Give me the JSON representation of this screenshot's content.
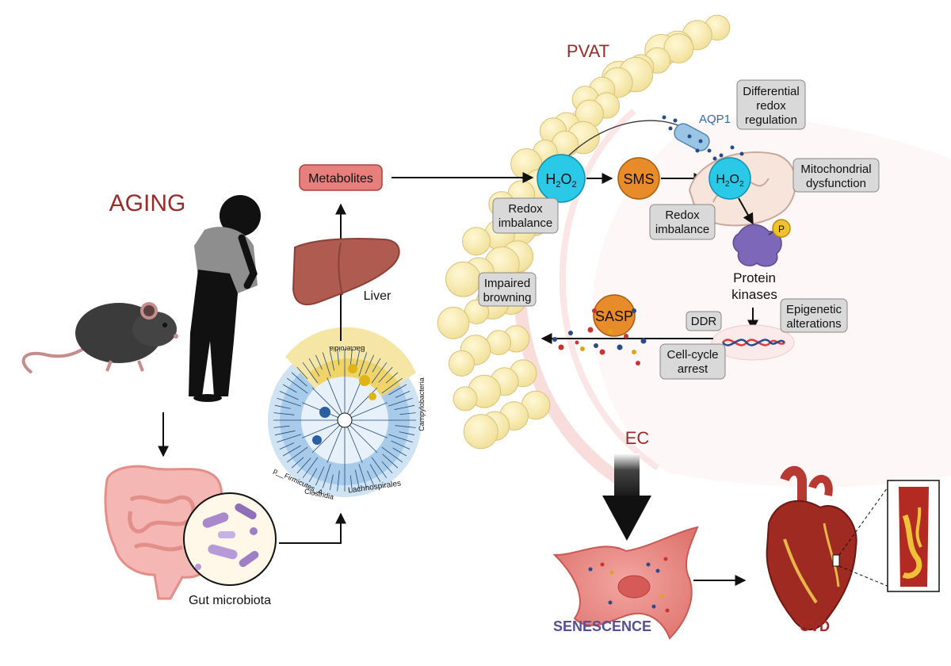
{
  "labels": {
    "aging": "AGING",
    "gut_microbiota": "Gut microbiota",
    "liver": "Liver",
    "metabolites": "Metabolites",
    "pvat": "PVAT",
    "ec": "EC",
    "aqp1": "AQP1",
    "h2o2_main": "H",
    "h2o2_main_sub2": "2",
    "h2o2_main_o": "O",
    "h2o2_main_sub2b": "2",
    "h2o2_mito": "H",
    "h2o2_mito_sub2": "2",
    "h2o2_mito_o": "O",
    "h2o2_mito_sub2b": "2",
    "sms": "SMS",
    "sasp": "SASP",
    "phospho": "P",
    "protein_kinases_1": "Protein",
    "protein_kinases_2": "kinases",
    "differential_redox_1": "Differential",
    "differential_redox_2": "redox",
    "differential_redox_3": "regulation",
    "mito_dys_1": "Mitochondrial",
    "mito_dys_2": "dysfunction",
    "redox_imbalance_left_1": "Redox",
    "redox_imbalance_left_2": "imbalance",
    "redox_imbalance_right_1": "Redox",
    "redox_imbalance_right_2": "imbalance",
    "impaired_browning_1": "Impaired",
    "impaired_browning_2": "browning",
    "epigenetic_1": "Epigenetic",
    "epigenetic_2": "alterations",
    "ddr": "DDR",
    "cell_cycle_1": "Cell-cycle",
    "cell_cycle_2": "arrest",
    "senescence": "SENESCENCE",
    "cvd": "CVD",
    "tree_label_1": "Lachnospirales",
    "tree_label_2": "Clostridia",
    "tree_label_3": "p__Firmicutes_A",
    "tree_label_4": "Bacteroidia",
    "tree_label_5": "Campylobacteria"
  },
  "colors": {
    "title_red": "#9b2a2b",
    "h2o2_cyan": "#2bc9e8",
    "sms_orange": "#e88b2a",
    "metabolites_fill": "#e77f7c",
    "box_gray": "#d9d9d9",
    "fat_yellow": "#f7eab0",
    "senescence_purple": "#5a4e92",
    "cvd_red": "#a62a25",
    "aqp1_blue": "#2f6bb0"
  }
}
